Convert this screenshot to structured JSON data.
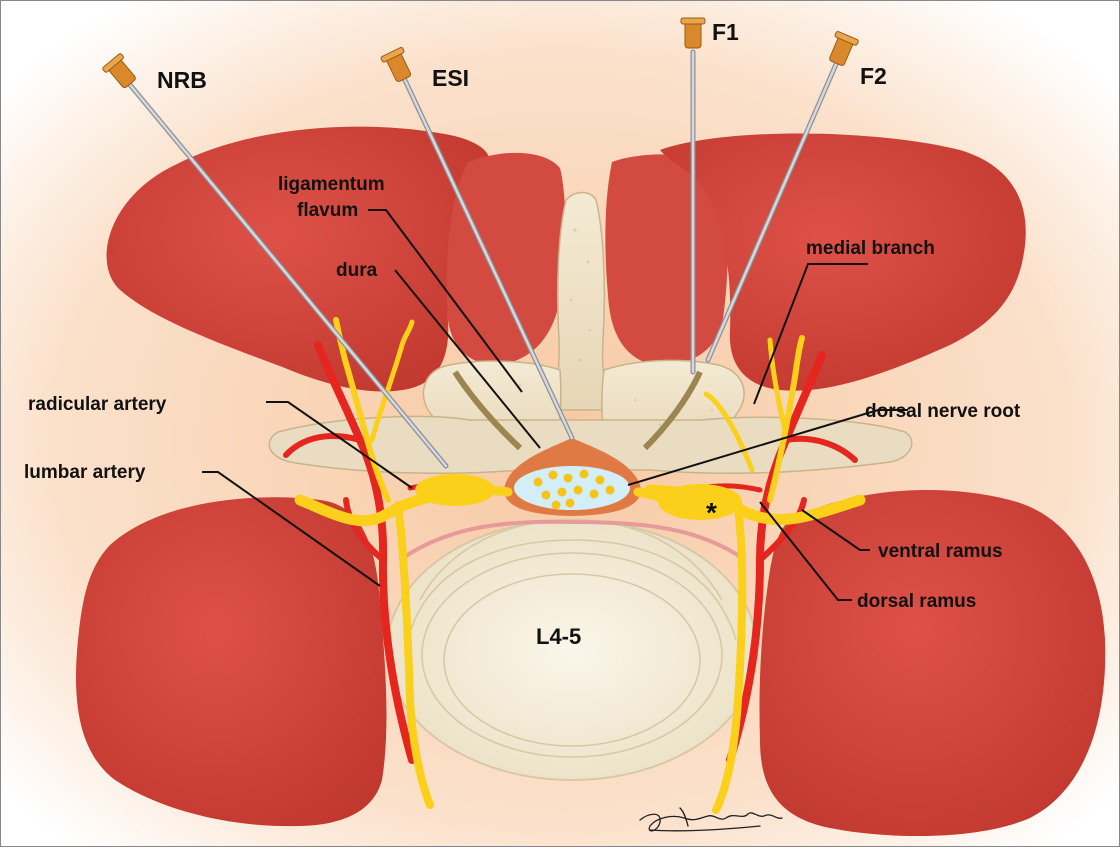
{
  "needles": {
    "nrb": "NRB",
    "esi": "ESI",
    "f1": "F1",
    "f2": "F2"
  },
  "labels": {
    "ligamentum_line1": "ligamentum",
    "ligamentum_line2": "flavum",
    "dura": "dura",
    "medial_branch": "medial branch",
    "radicular_artery": "radicular artery",
    "dorsal_nerve_root": "dorsal nerve root",
    "lumbar_artery": "lumbar artery",
    "ventral_ramus": "ventral ramus",
    "dorsal_ramus": "dorsal ramus",
    "disc_level": "L4-5",
    "dorsal_root_ganglion_marker": "*"
  },
  "signature": "Joanne Jones",
  "colors": {
    "background": "#fbe3cf",
    "muscle": "#d4473f",
    "muscle_dark": "#b8322c",
    "bone": "#efe2c7",
    "disc": "#f6efdc",
    "nerve": "#fbd01a",
    "artery": "#e5261f",
    "dura": "#e07a45",
    "csf": "#d4eef7",
    "needle": "#b9bcc2",
    "needle_hub": "#d9892c"
  }
}
